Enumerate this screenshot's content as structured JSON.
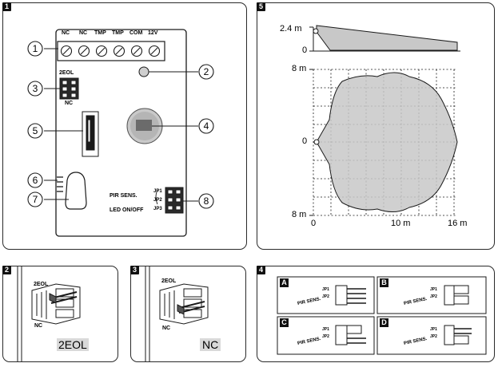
{
  "panels": {
    "p1": {
      "number": "1"
    },
    "p2": {
      "number": "2"
    },
    "p3": {
      "number": "3"
    },
    "p4": {
      "number": "4"
    },
    "p5": {
      "number": "5"
    }
  },
  "terminals": [
    "NC",
    "NC",
    "TMP",
    "TMP",
    "COM",
    "12V"
  ],
  "jumper_labels": {
    "top": "2EOL",
    "bottom": "NC"
  },
  "callouts": [
    "1",
    "2",
    "3",
    "4",
    "5",
    "6",
    "7",
    "8"
  ],
  "pir_labels": {
    "pir_sens": "PIR SENS.",
    "led": "LED ON/OFF",
    "jp1": "JP1",
    "jp2": "JP2",
    "jp3": "JP3"
  },
  "closeups": {
    "p2": {
      "top_label": "2EOL",
      "bottom_label": "NC",
      "caption": "2EOL"
    },
    "p3": {
      "top_label": "2EOL",
      "bottom_label": "NC",
      "caption": "NC"
    }
  },
  "variants": [
    {
      "letter": "A",
      "label": "PIR SENS.",
      "jp1": "JP1",
      "jp2": "JP2"
    },
    {
      "letter": "B",
      "label": "PIR SENS.",
      "jp1": "JP1",
      "jp2": "JP2"
    },
    {
      "letter": "C",
      "label": "PIR SENS.",
      "jp1": "JP1",
      "jp2": "JP2"
    },
    {
      "letter": "D",
      "label": "PIR SENS.",
      "jp1": "JP1",
      "jp2": "JP2"
    }
  ],
  "coverage": {
    "height_top": "2.4 m",
    "height_zero": "0",
    "y_top": "8 m",
    "y_mid": "0",
    "y_bottom": "8 m",
    "x_zero": "0",
    "x_mid": "10 m",
    "x_max": "16 m"
  },
  "colors": {
    "line": "#1a1a1a",
    "fill": "#c8c8c8",
    "lens": "#8a8a8a",
    "tag_bg": "#d9d9d9"
  }
}
